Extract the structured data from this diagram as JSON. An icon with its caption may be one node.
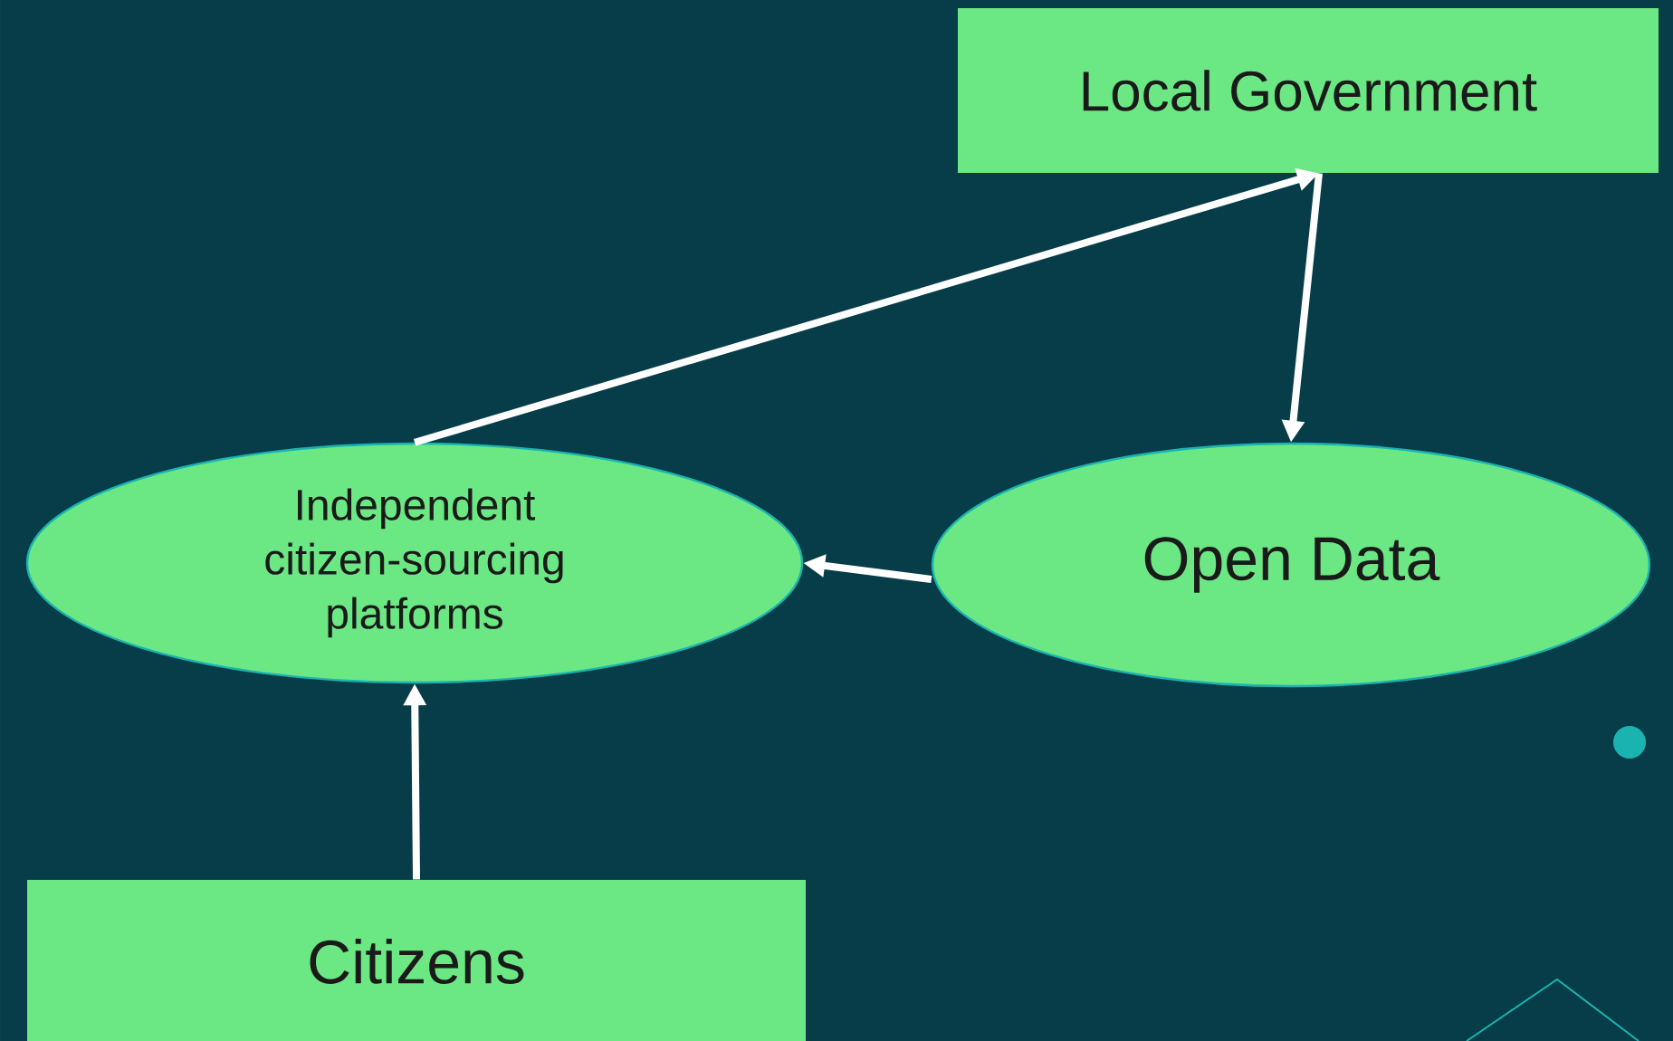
{
  "diagram": {
    "nodes": [
      {
        "text": [
          "Local Government"
        ]
      },
      {
        "text": [
          "Independent citizen-sourcing platforms"
        ]
      },
      {
        "text": [
          "Open Data"
        ]
      },
      {
        "text": [
          "Citizens"
        ]
      }
    ],
    "edges": [
      {
        "from": 1,
        "to": 0,
        "arrow": "to"
      },
      {
        "from": 0,
        "to": 2,
        "arrow": "to"
      },
      {
        "from": 2,
        "to": 1,
        "arrow": "to"
      },
      {
        "from": 3,
        "to": 1,
        "arrow": "to"
      }
    ]
  }
}
